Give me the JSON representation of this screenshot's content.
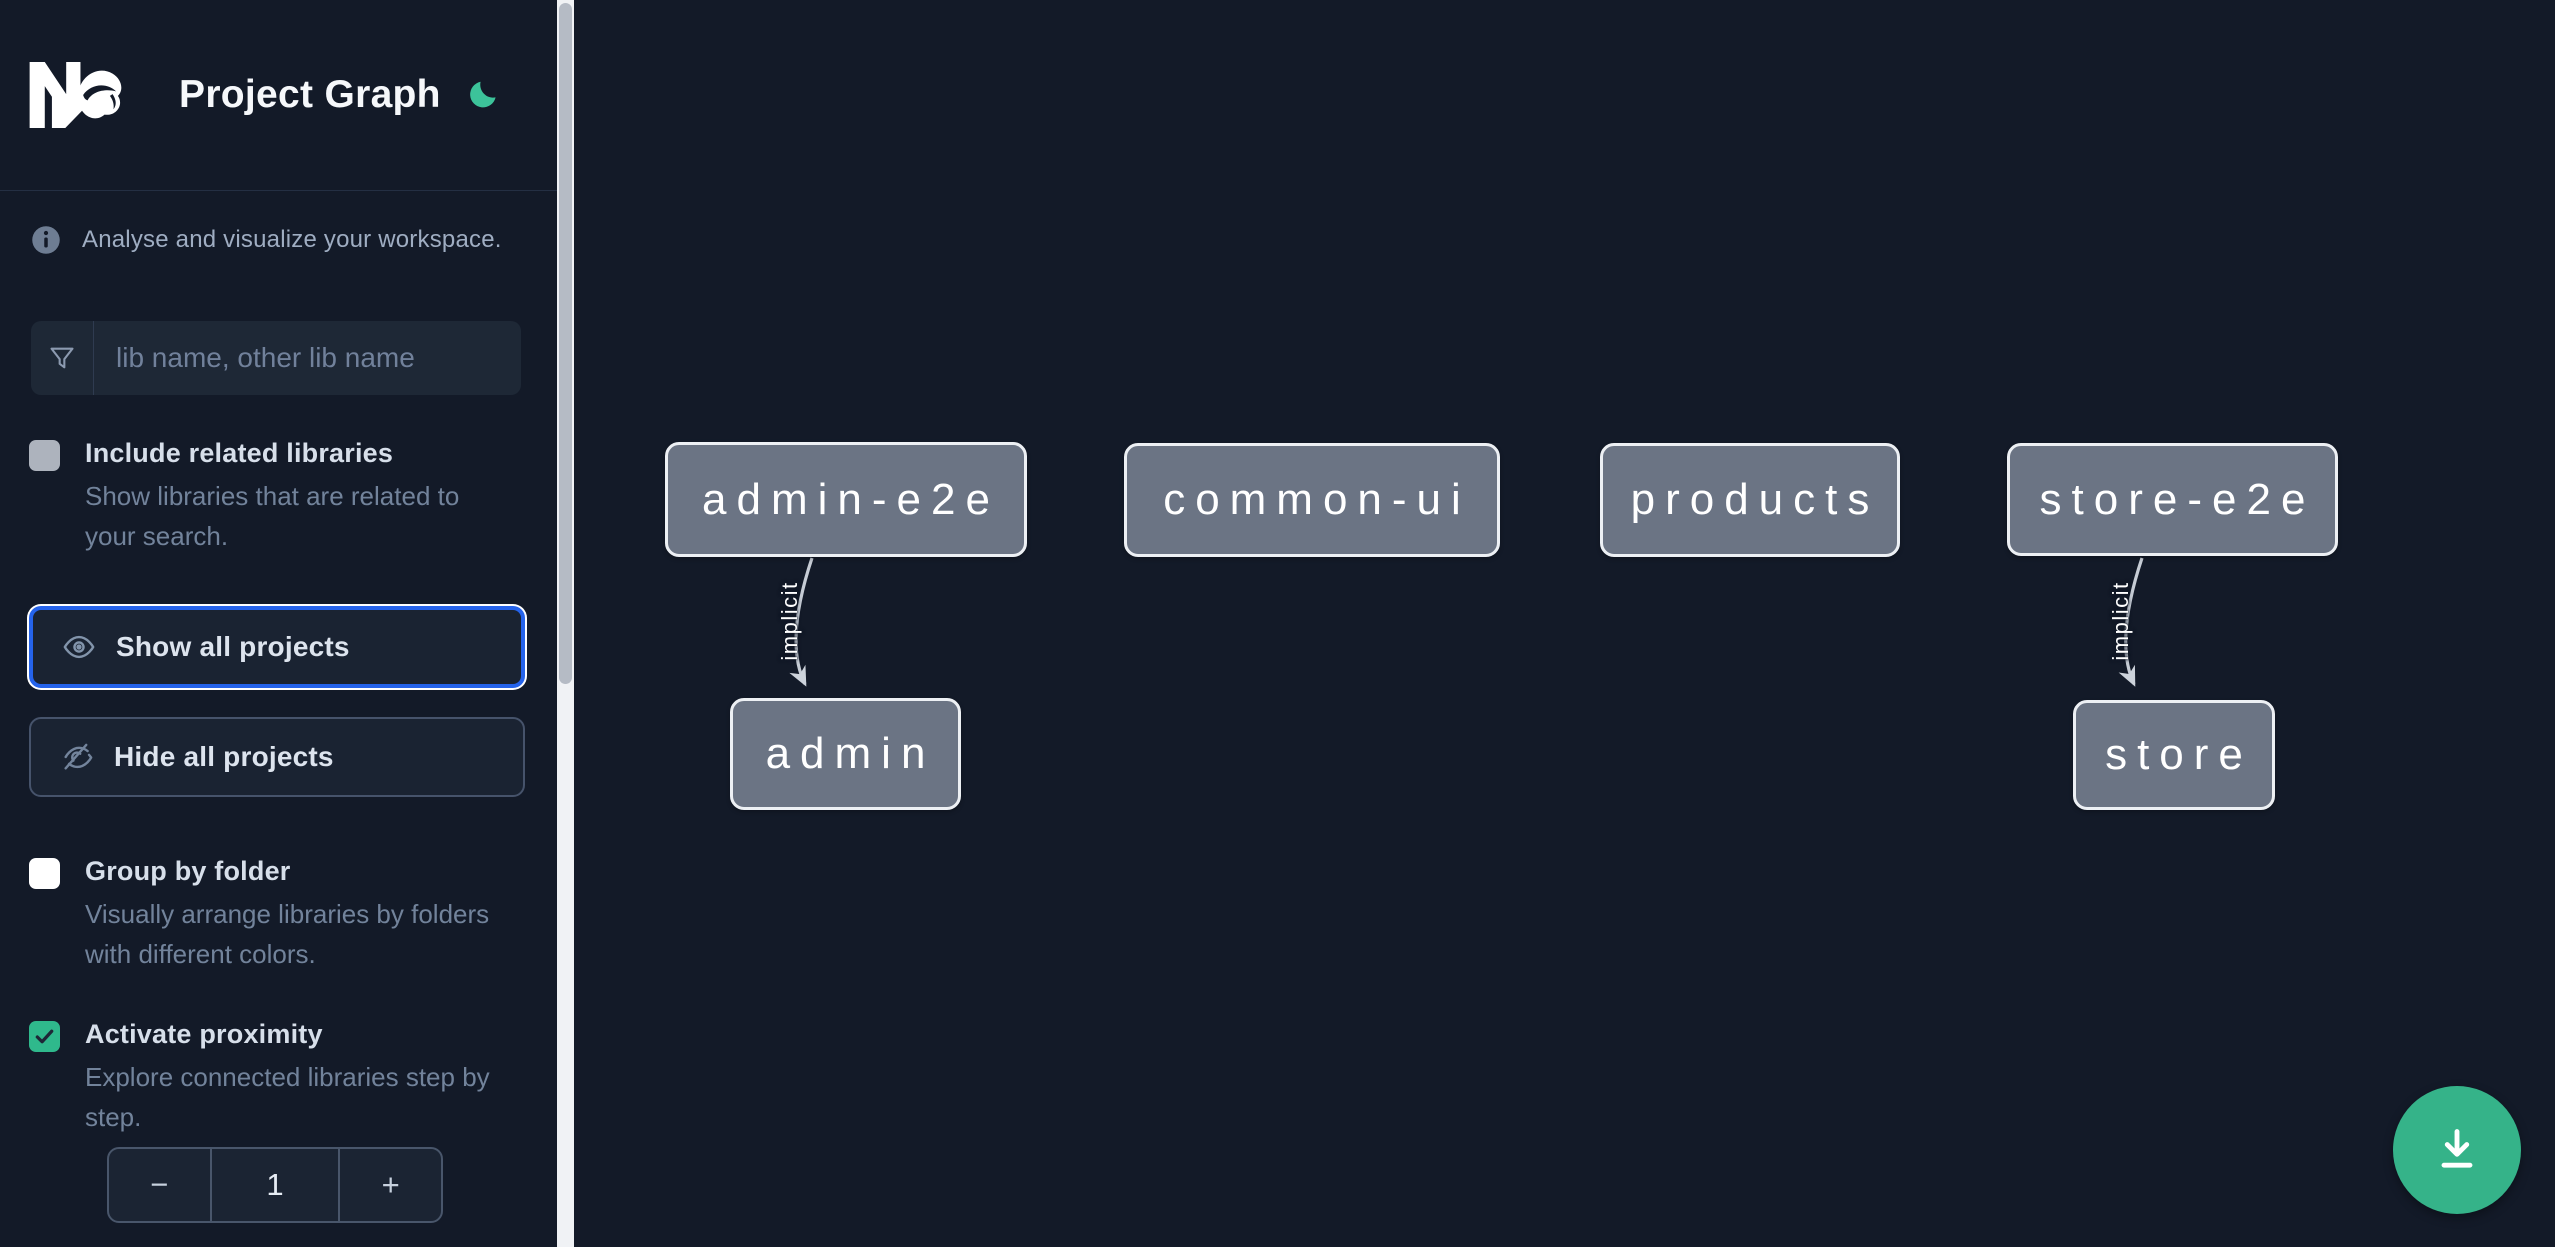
{
  "header": {
    "title": "Project Graph",
    "theme_icon": "moon-icon"
  },
  "sidebar": {
    "info_text": "Analyse and visualize your workspace.",
    "search": {
      "placeholder": "lib name, other lib name",
      "value": "",
      "icon": "filter-funnel-icon"
    },
    "options": {
      "include": {
        "label": "Include related libraries",
        "description": "Show libraries that are related to your search.",
        "checked": false
      },
      "group": {
        "label": "Group by folder",
        "description": "Visually arrange libraries by folders with different colors.",
        "checked": false
      },
      "proximity": {
        "label": "Activate proximity",
        "description": "Explore connected libraries step by step.",
        "checked": true
      }
    },
    "buttons": {
      "show": {
        "label": "Show all projects",
        "icon": "eye-icon",
        "focused": true
      },
      "hide": {
        "label": "Hide all projects",
        "icon": "eye-off-icon"
      }
    },
    "stepper": {
      "decrement": "−",
      "value": "1",
      "increment": "+"
    }
  },
  "graph": {
    "nodes": [
      {
        "label": "admin-e2e"
      },
      {
        "label": "common-ui"
      },
      {
        "label": "products"
      },
      {
        "label": "store-e2e"
      },
      {
        "label": "admin"
      },
      {
        "label": "store"
      }
    ],
    "edges": [
      {
        "from": "admin-e2e",
        "to": "admin",
        "label": "implicit"
      },
      {
        "from": "store-e2e",
        "to": "store",
        "label": "implicit"
      }
    ]
  },
  "fab": {
    "icon": "download-icon"
  },
  "colors": {
    "background": "#131a28",
    "panel": "#1e2836",
    "border": "#46536b",
    "focus_ring_blue": "#2563eb",
    "accent_green": "#2fb98c",
    "fab_green": "#35b389",
    "node_fill": "#6b7484",
    "node_border": "#edf0f4",
    "label_text": "#d7dfea",
    "muted_text": "#72839b"
  }
}
